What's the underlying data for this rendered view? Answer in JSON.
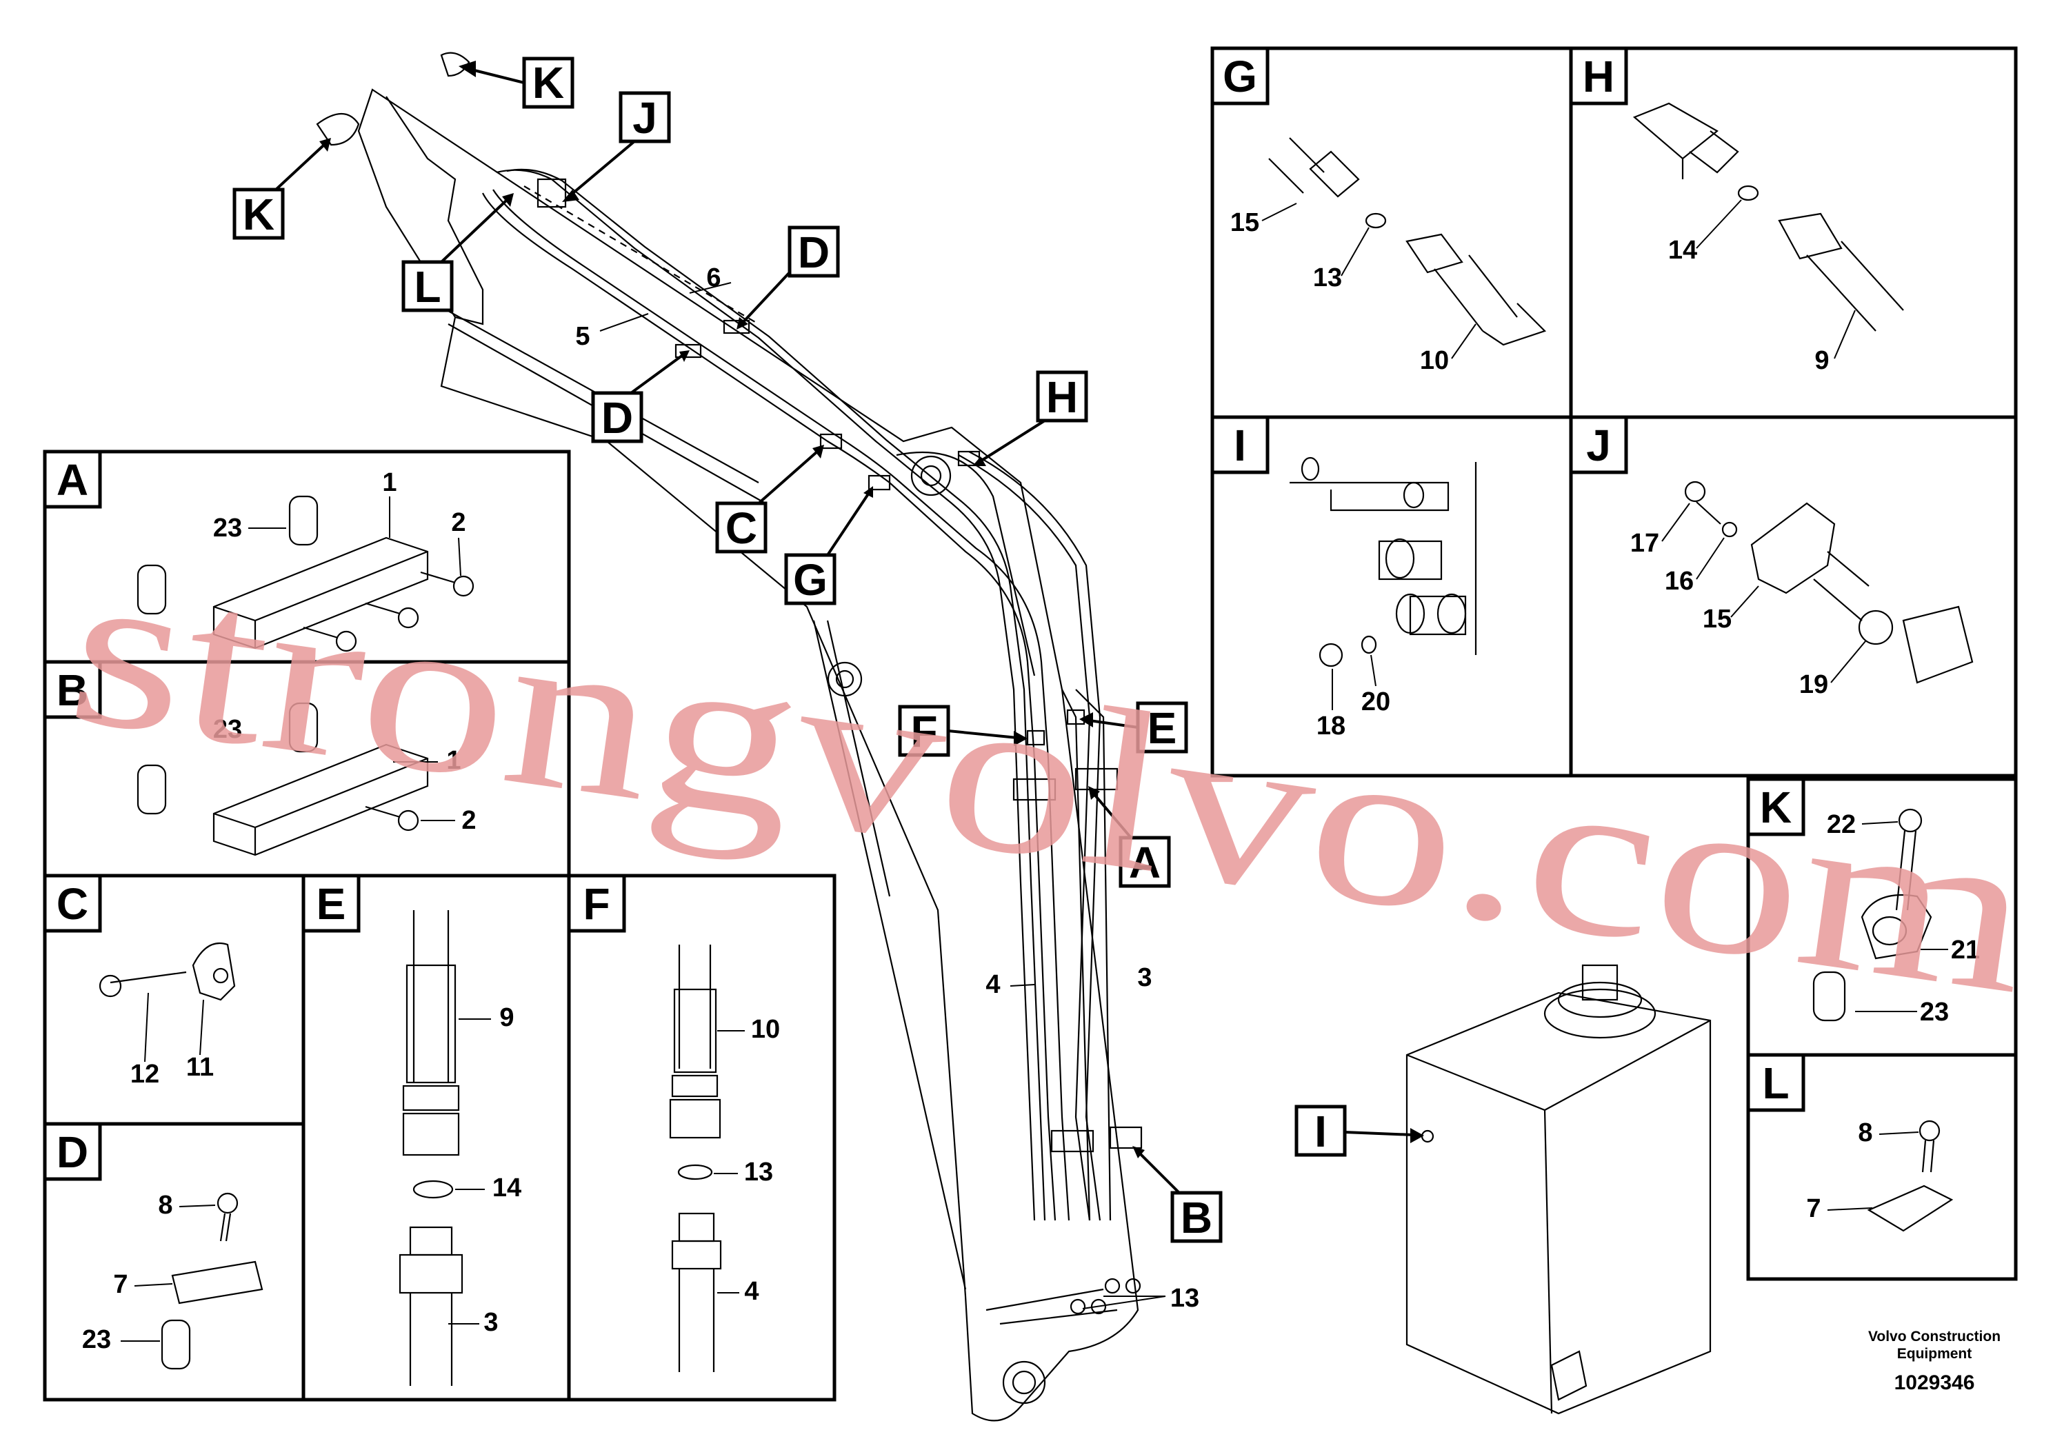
{
  "watermark": "strongvolvo.com",
  "footer": {
    "company_line1": "Volvo Construction",
    "company_line2": "Equipment",
    "drawing_number": "1029346"
  },
  "main_callouts": {
    "k1": "K",
    "k2": "K",
    "j": "J",
    "l": "L",
    "d1": "D",
    "d2": "D",
    "c": "C",
    "g": "G",
    "h": "H",
    "f": "F",
    "e": "E",
    "a": "A",
    "b": "B",
    "i": "I"
  },
  "main_numbers": {
    "n6": "6",
    "n5": "5",
    "n4": "4",
    "n3": "3",
    "n13": "13"
  },
  "panels": {
    "A": {
      "letter": "A",
      "labels": [
        "23",
        "1",
        "2"
      ]
    },
    "B": {
      "letter": "B",
      "labels": [
        "23",
        "1",
        "2"
      ]
    },
    "C": {
      "letter": "C",
      "labels": [
        "12",
        "11"
      ]
    },
    "D": {
      "letter": "D",
      "labels": [
        "8",
        "7",
        "23"
      ]
    },
    "E": {
      "letter": "E",
      "labels": [
        "9",
        "14",
        "3"
      ]
    },
    "F": {
      "letter": "F",
      "labels": [
        "10",
        "13",
        "4"
      ]
    },
    "G": {
      "letter": "G",
      "labels": [
        "15",
        "13",
        "10"
      ]
    },
    "H": {
      "letter": "H",
      "labels": [
        "14",
        "9"
      ]
    },
    "I": {
      "letter": "I",
      "labels": [
        "18",
        "20"
      ]
    },
    "J": {
      "letter": "J",
      "labels": [
        "17",
        "16",
        "15",
        "19"
      ]
    },
    "K": {
      "letter": "K",
      "labels": [
        "22",
        "21",
        "23"
      ]
    },
    "L": {
      "letter": "L",
      "labels": [
        "8",
        "7"
      ]
    }
  }
}
